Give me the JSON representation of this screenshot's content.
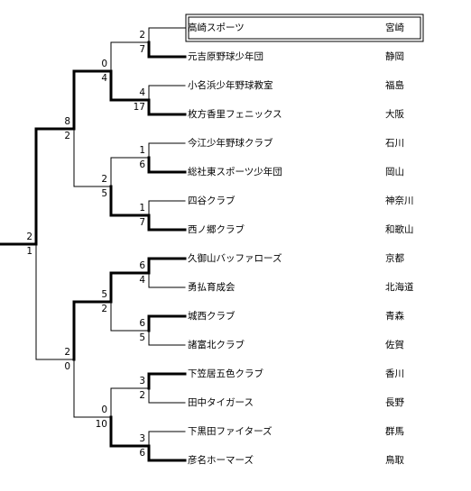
{
  "teams": [
    {
      "name": "高崎スポーツ",
      "prefecture": "宮崎",
      "highlighted": true
    },
    {
      "name": "元吉原野球少年団",
      "prefecture": "静岡"
    },
    {
      "name": "小名浜少年野球教室",
      "prefecture": "福島"
    },
    {
      "name": "枚方香里フェニックス",
      "prefecture": "大阪"
    },
    {
      "name": "今江少年野球クラブ",
      "prefecture": "石川"
    },
    {
      "name": "総社東スポーツ少年団",
      "prefecture": "岡山"
    },
    {
      "name": "四谷クラブ",
      "prefecture": "神奈川"
    },
    {
      "name": "西ノ郷クラブ",
      "prefecture": "和歌山"
    },
    {
      "name": "久御山バッファローズ",
      "prefecture": "京都"
    },
    {
      "name": "勇払育成会",
      "prefecture": "北海道"
    },
    {
      "name": "城西クラブ",
      "prefecture": "青森"
    },
    {
      "name": "諸富北クラブ",
      "prefecture": "佐賀"
    },
    {
      "name": "下笠居五色クラブ",
      "prefecture": "香川"
    },
    {
      "name": "田中タイガース",
      "prefecture": "長野"
    },
    {
      "name": "下黒田ファイターズ",
      "prefecture": "群馬"
    },
    {
      "name": "彦名ホーマーズ",
      "prefecture": "鳥取"
    }
  ],
  "rounds": {
    "round1": [
      {
        "top": "2",
        "bottom": "7",
        "winner": "bottom"
      },
      {
        "top": "4",
        "bottom": "17",
        "winner": "bottom"
      },
      {
        "top": "1",
        "bottom": "6",
        "winner": "bottom"
      },
      {
        "top": "1",
        "bottom": "7",
        "winner": "bottom"
      },
      {
        "top": "6",
        "bottom": "4",
        "winner": "top"
      },
      {
        "top": "6",
        "bottom": "5",
        "winner": "top"
      },
      {
        "top": "3",
        "bottom": "2",
        "winner": "top"
      },
      {
        "top": "3",
        "bottom": "6",
        "winner": "bottom"
      }
    ],
    "round2": [
      {
        "top": "0",
        "bottom": "4",
        "winner": "bottom"
      },
      {
        "top": "2",
        "bottom": "5",
        "winner": "bottom"
      },
      {
        "top": "5",
        "bottom": "2",
        "winner": "top"
      },
      {
        "top": "0",
        "bottom": "10",
        "winner": "bottom"
      }
    ],
    "semifinal": [
      {
        "top": "8",
        "bottom": "2",
        "winner": "top"
      },
      {
        "top": "2",
        "bottom": "0",
        "winner": "top"
      }
    ],
    "final": [
      {
        "top": "2",
        "bottom": "1",
        "winner": "top"
      }
    ]
  },
  "colors": {
    "line": "#000000",
    "text": "#000000",
    "background": "#ffffff"
  }
}
